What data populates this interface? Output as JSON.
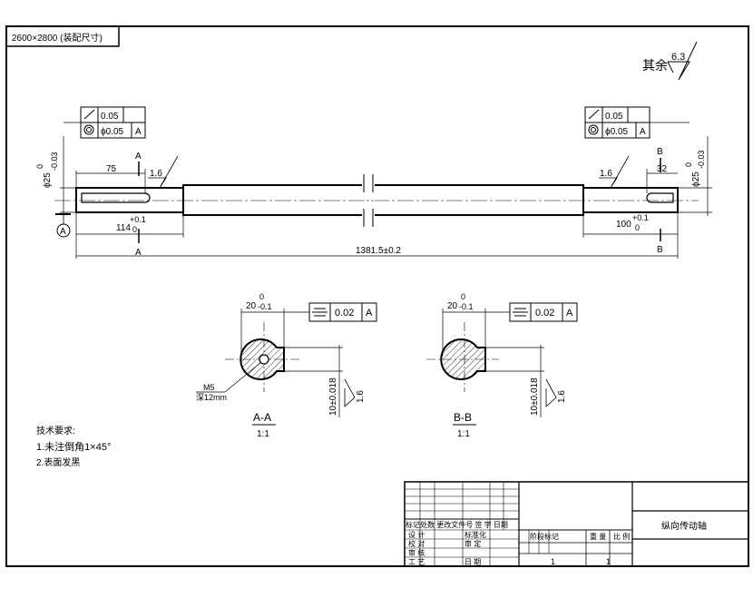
{
  "drawing": {
    "size_label": "2600×2800 (装配尺寸)",
    "roughness": {
      "prefix": "其余",
      "value": "6.3"
    },
    "main_dims": {
      "diameter_left": "ϕ25",
      "diameter_left_tol_upper": "0",
      "diameter_left_tol_lower": "-0.03",
      "diameter_right": "ϕ25",
      "diameter_right_tol_upper": "0",
      "diameter_right_tol_lower": "-0.03",
      "len_75": "75",
      "len_32": "32",
      "len_114": "114",
      "len_114_tol_upper": "+0.1",
      "len_114_tol_lower": "0",
      "len_100": "100",
      "len_100_tol_upper": "+0.1",
      "len_100_tol_lower": "0",
      "overall": "1381.5±0.2",
      "rough_left": "1.6",
      "rough_right": "1.6"
    },
    "section_marks": {
      "a": "A",
      "b": "B"
    },
    "datum": "A",
    "gdt_left": {
      "row1": "0.05",
      "row2": "ϕ0.05",
      "datum": "A"
    },
    "gdt_right": {
      "row1": "0.05",
      "row2": "ϕ0.05",
      "datum": "A"
    },
    "section_aa": {
      "width": "20",
      "width_tol_upper": "0",
      "width_tol_lower": "-0.1",
      "sym_tol": "0.02",
      "sym_datum": "A",
      "keyway": "10±0.018",
      "rough": "1.6",
      "thread": "M5",
      "thread_depth": "深12mm",
      "title": "A-A",
      "scale": "1:1"
    },
    "section_bb": {
      "width": "20",
      "width_tol_upper": "0",
      "width_tol_lower": "-0.1",
      "sym_tol": "0.02",
      "sym_datum": "A",
      "keyway": "10±0.018",
      "rough": "1.6",
      "title": "B-B",
      "scale": "1:1"
    },
    "tech_req": {
      "title": "技术要求:",
      "item1": "1.未注倒角1×45°",
      "item2": "2.表面发黑"
    },
    "title_block": {
      "part_name": "纵向传动轴",
      "row_labels": "标记处数 更改文件号 签 字 日期",
      "design": "设 计",
      "standard": "标准化",
      "check": "校 对",
      "review": "审 定",
      "audit": "审 核",
      "craft": "工 艺",
      "date": "日 期",
      "stage": "阶段标记",
      "weight": "重 量",
      "scale": "比 例",
      "val1": "1",
      "val2": "1"
    }
  }
}
